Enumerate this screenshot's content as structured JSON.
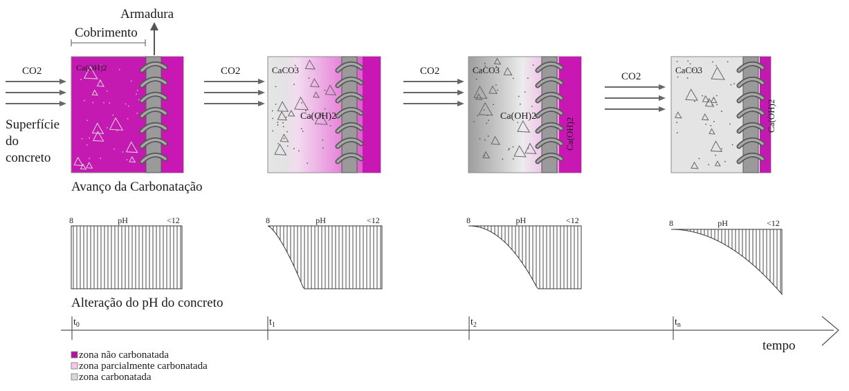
{
  "labels": {
    "armadura": "Armadura",
    "cobrimento": "Cobrimento",
    "superficie_line1": "Superfície",
    "superficie_line2": "do",
    "superficie_line3": "concreto",
    "avanco": "Avanço da Carbonatação",
    "alteracao": "Alteração do pH do concreto",
    "tempo": "tempo"
  },
  "panels": [
    {
      "co2": "CO2",
      "top_compound": "Ca(OH)2",
      "mid_compound": "",
      "side_compound": "",
      "ph_left": "8",
      "ph_center": "pH",
      "ph_right": "<12",
      "time_base": "t",
      "time_sub": "0"
    },
    {
      "co2": "CO2",
      "top_compound": "CaCO3",
      "mid_compound": "Ca(OH)2",
      "side_compound": "",
      "ph_left": "8",
      "ph_center": "pH",
      "ph_right": "<12",
      "time_base": "t",
      "time_sub": "1"
    },
    {
      "co2": "CO2",
      "top_compound": "CaCO3",
      "mid_compound": "Ca(OH)2",
      "side_compound": "Ca(OH)2",
      "ph_left": "8",
      "ph_center": "pH",
      "ph_right": "<12",
      "time_base": "t",
      "time_sub": "2"
    },
    {
      "co2": "CO2",
      "top_compound": "CaCO3",
      "mid_compound": "",
      "side_compound": "Ca(OH)2",
      "ph_left": "8",
      "ph_center": "pH",
      "ph_right": "<12",
      "time_base": "t",
      "time_sub": "n"
    }
  ],
  "legend": [
    {
      "label": "zona não carbonatada",
      "color": "#b5129b"
    },
    {
      "label": "zona parcialmente carbonatada",
      "color": "#f4c7ee"
    },
    {
      "label": "zona carbonatada",
      "color": "#d9d9d9"
    }
  ],
  "colors": {
    "magenta": "#c817b3",
    "pink": "#f2c2ec",
    "light_gray": "#e2e2e2",
    "mid_gray": "#a6a6a6",
    "steel": "#8f8f8f",
    "arrow": "#666666"
  }
}
